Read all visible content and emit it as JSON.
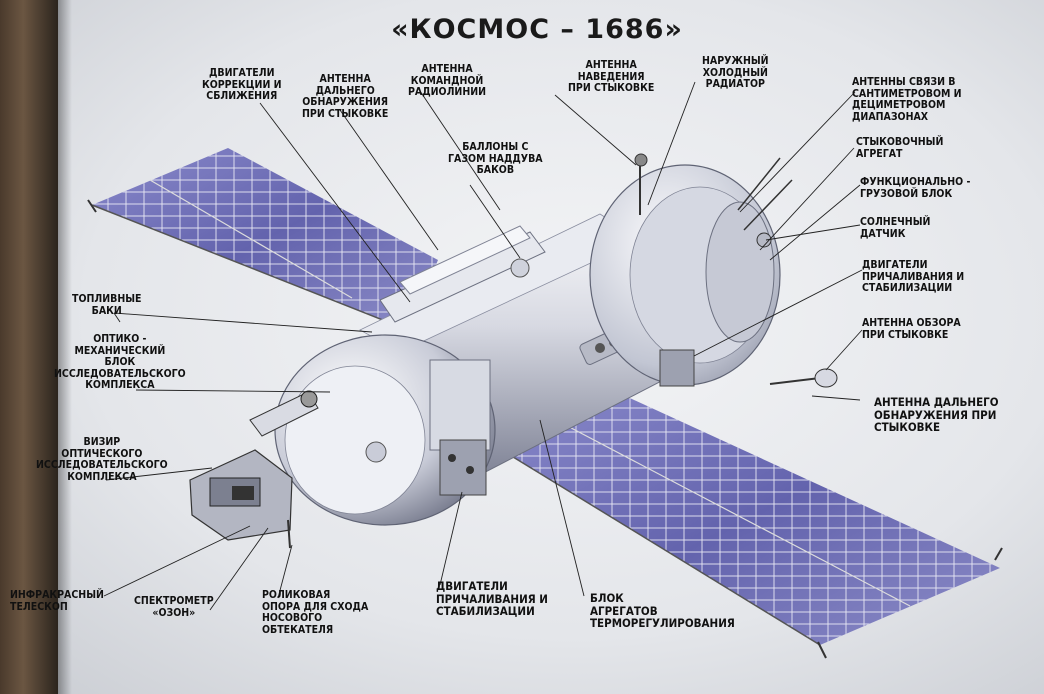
{
  "title": "«КОСМОС – 1686»",
  "labels": {
    "correction_engines": "ДВИГАТЕЛИ\nКОРРЕКЦИИ И\nСБЛИЖЕНИЯ",
    "long_range_antenna_top": "АНТЕННА\nДАЛЬНЕГО\nОБНАРУЖЕНИЯ\nПРИ СТЫКОВКЕ",
    "command_radio_antenna": "АНТЕННА\nКОМАНДНОЙ\nРАДИОЛИНИИ",
    "guidance_antenna": "АНТЕННА\nНАВЕДЕНИЯ\nПРИ СТЫКОВКЕ",
    "cold_radiator": "НАРУЖНЫЙ\nХОЛОДНЫЙ\nРАДИАТОР",
    "comm_antennas": "АНТЕННЫ СВЯЗИ В\nСАНТИМЕТРОВОМ И\nДЕЦИМЕТРОВОМ\nДИАПАЗОНАХ",
    "pressurization_tanks": "БАЛЛОНЫ С\nГАЗОМ НАДДУВА\nБАКОВ",
    "docking_unit": "СТЫКОВОЧНЫЙ\nАГРЕГАТ",
    "cargo_block": "ФУНКЦИОНАЛЬНО -\nГРУЗОВОЙ БЛОК",
    "sun_sensor": "СОЛНЕЧНЫЙ\nДАТЧИК",
    "mooring_engines_right": "ДВИГАТЕЛИ\nПРИЧАЛИВАНИЯ И\nСТАБИЛИЗАЦИИ",
    "fuel_tanks": "ТОПЛИВНЫЕ\nБАКИ",
    "optomech_block": "ОПТИКО -\nМЕХАНИЧЕСКИЙ\nБЛОК\nИССЛЕДОВАТЕЛЬСКОГО\nКОМПЛЕКСА",
    "survey_antenna": "АНТЕННА ОБЗОРА\nПРИ СТЫКОВКЕ",
    "long_range_antenna_right": "АНТЕННА ДАЛЬНЕГО\nОБНАРУЖЕНИЯ ПРИ\nСТЫКОВКЕ",
    "optical_sight": "ВИЗИР\nОПТИЧЕСКОГО\nИССЛЕДОВАТЕЛЬСКОГО\nКОМПЛЕКСА",
    "ir_telescope": "ИНФРАКРАСНЫЙ\nТЕЛЕСКОП",
    "spectrometer": "СПЕКТРОМЕТР\n«ОЗОН»",
    "roller_support": "РОЛИКОВАЯ\nОПОРА ДЛЯ СХОДА\nНОСОВОГО\nОБТЕКАТЕЛЯ",
    "mooring_engines_bottom": "ДВИГАТЕЛИ\nПРИЧАЛИВАНИЯ И\nСТАБИЛИЗАЦИИ",
    "thermal_control": "БЛОК\nАГРЕГАТОВ\nТЕРМОРЕГУЛИРОВАНИЯ"
  },
  "colors": {
    "panel": "#6f6fb8",
    "panel_dark": "#4f4f96",
    "hull_light": "#f4f5f8",
    "hull_mid": "#b9bcc8",
    "hull_dark": "#7f8394",
    "ink": "#111111"
  }
}
